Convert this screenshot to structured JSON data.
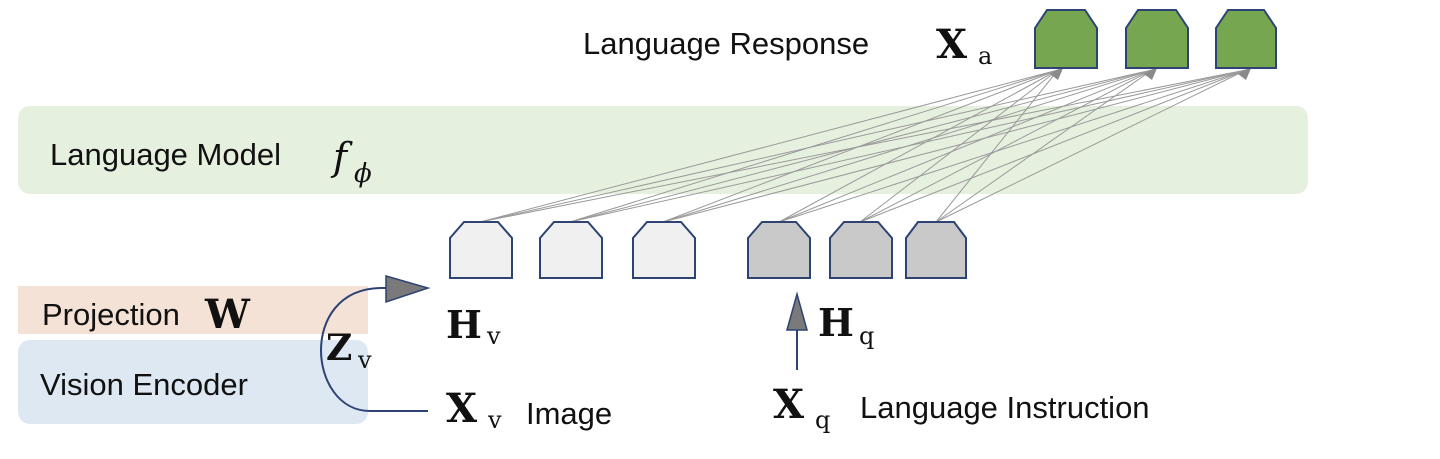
{
  "language_response": {
    "label": "Language Response",
    "symbol": "X",
    "subscript": "a"
  },
  "language_model": {
    "label": "Language Model",
    "symbol": "f",
    "subscript": "ϕ"
  },
  "projection": {
    "label": "Projection",
    "symbol": "W"
  },
  "vision_encoder": {
    "label": "Vision Encoder"
  },
  "z_v": {
    "symbol": "Z",
    "subscript": "v"
  },
  "h_v": {
    "symbol": "H",
    "subscript": "v"
  },
  "h_q": {
    "symbol": "H",
    "subscript": "q"
  },
  "x_v": {
    "symbol": "X",
    "subscript": "v",
    "label": "Image"
  },
  "x_q": {
    "symbol": "X",
    "subscript": "q",
    "label": "Language Instruction"
  },
  "colors": {
    "language_model_box": "#e6f0df",
    "projection_box": "#f5e2d6",
    "vision_encoder_box": "#dde8f3",
    "response_token": "#76a650",
    "visual_token": "#f0f0f0",
    "instruction_token": "#c9c9c9",
    "token_stroke": "#2d4373",
    "arrow": "#2d4373",
    "attention_lines": "#9a9a9a"
  }
}
